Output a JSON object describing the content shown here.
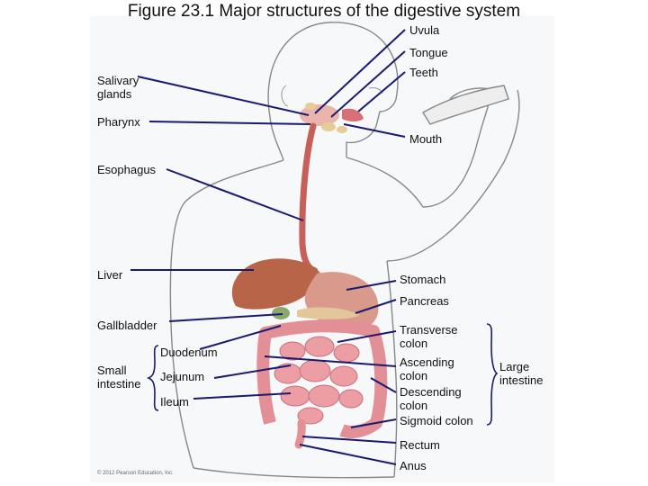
{
  "title": "Figure 23.1  Major structures of the digestive system",
  "labels": {
    "uvula": "Uvula",
    "tongue": "Tongue",
    "teeth": "Teeth",
    "salivary_glands": "Salivary glands",
    "pharynx": "Pharynx",
    "mouth": "Mouth",
    "esophagus": "Esophagus",
    "liver": "Liver",
    "stomach": "Stomach",
    "pancreas": "Pancreas",
    "gallbladder": "Gallbladder",
    "duodenum": "Duodenum",
    "small_intestine": "Small intestine",
    "jejunum": "Jejunum",
    "ileum": "Ileum",
    "transverse_colon": "Transverse colon",
    "ascending_colon": "Ascending colon",
    "descending_colon": "Descending colon",
    "sigmoid_colon": "Sigmoid colon",
    "large_intestine": "Large intestine",
    "rectum": "Rectum",
    "anus": "Anus"
  },
  "credit": "© 2012 Pearson Education, Inc.",
  "colors": {
    "leader_line": "#1a1a6e",
    "body_outline": "#777777",
    "liver": "#b86448",
    "stomach": "#d99a8c",
    "intestine": "#e59ba0",
    "esophagus": "#c8605a"
  }
}
